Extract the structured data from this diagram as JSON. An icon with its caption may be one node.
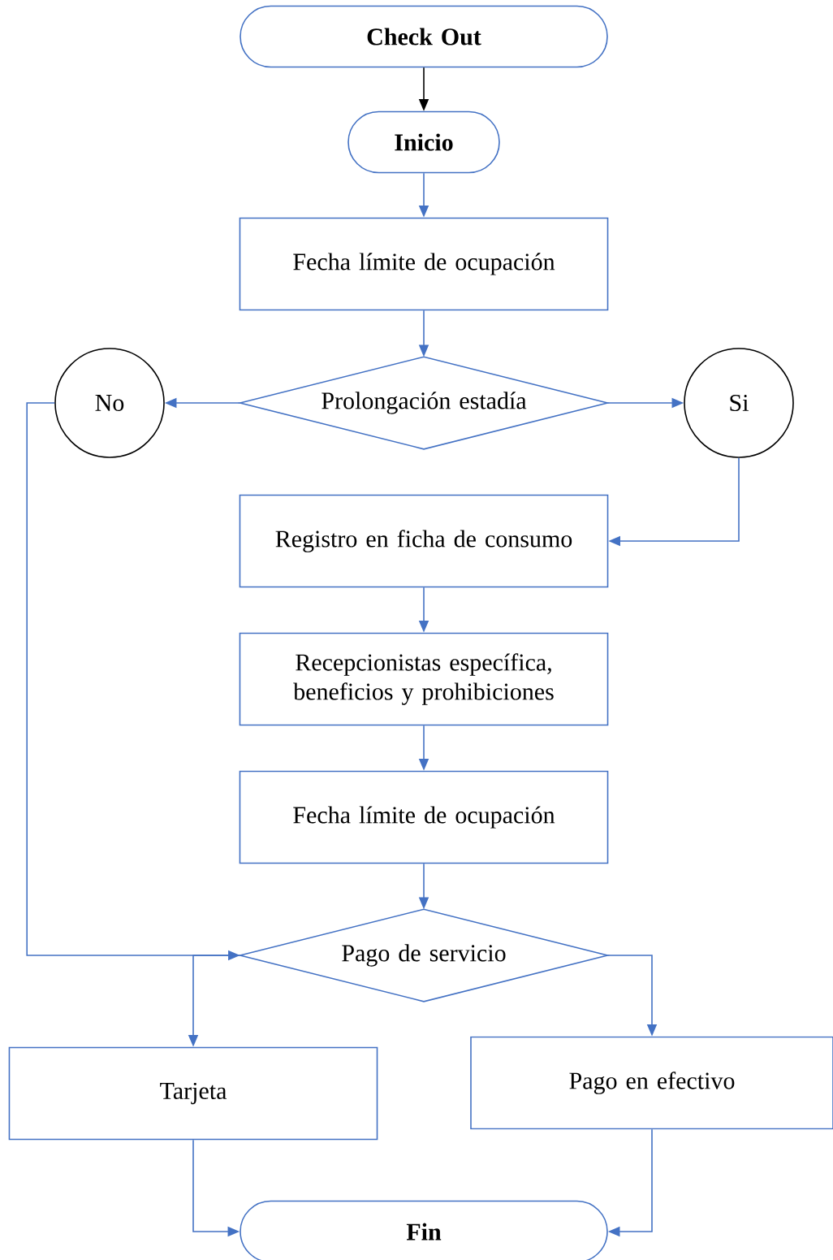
{
  "diagram": {
    "nodes": [
      {
        "text": [
          "Check Out"
        ]
      },
      {
        "text": [
          "Inicio"
        ]
      },
      {
        "text": [
          "Fecha límite de ocupación"
        ]
      },
      {
        "text": [
          "Prolongación estadía"
        ]
      },
      {
        "text": [
          "No"
        ]
      },
      {
        "text": [
          "Si"
        ]
      },
      {
        "text": [
          "Registro en ficha de consumo"
        ]
      },
      {
        "text": [
          "Recepcionistas específica, beneficios y prohibiciones"
        ]
      },
      {
        "text": [
          "Fecha límite de ocupación"
        ]
      },
      {
        "text": [
          "Pago de servicio"
        ]
      },
      {
        "text": [
          "Tarjeta"
        ]
      },
      {
        "text": [
          "Pago en efectivo"
        ]
      },
      {
        "text": [
          "Fin"
        ]
      }
    ],
    "edges": [
      {
        "from": 0,
        "to": 1,
        "arrow": "to",
        "color": "#000000"
      },
      {
        "from": 1,
        "to": 2,
        "arrow": "to"
      },
      {
        "from": 2,
        "to": 3,
        "arrow": "to"
      },
      {
        "from": 3,
        "to": 4,
        "arrow": "to"
      },
      {
        "from": 3,
        "to": 5,
        "arrow": "to"
      },
      {
        "from": 5,
        "to": 6,
        "arrow": "to"
      },
      {
        "from": 6,
        "to": 7,
        "arrow": "to"
      },
      {
        "from": 7,
        "to": 8,
        "arrow": "to"
      },
      {
        "from": 8,
        "to": 9,
        "arrow": "to"
      },
      {
        "from": 4,
        "to": 9,
        "arrow": "to"
      },
      {
        "from": 9,
        "to": 10,
        "arrow": "to"
      },
      {
        "from": 9,
        "to": 11,
        "arrow": "to"
      },
      {
        "from": 10,
        "to": 12,
        "arrow": "to"
      },
      {
        "from": 11,
        "to": 12,
        "arrow": "to"
      }
    ]
  }
}
